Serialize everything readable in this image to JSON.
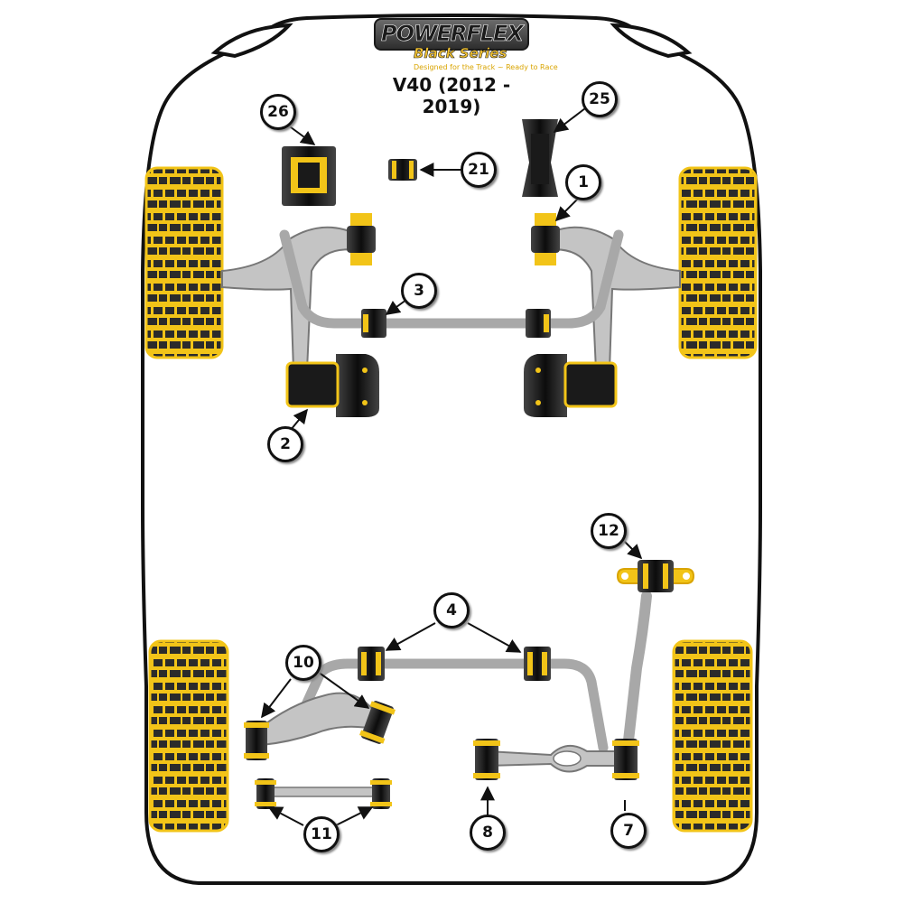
{
  "brand": {
    "name": "POWERFLEX",
    "series": "Black Series",
    "tagline": "Designed for the Track ~ Ready to Race"
  },
  "model": "V40 (2012 - 2019)",
  "callouts": [
    {
      "id": "26"
    },
    {
      "id": "21"
    },
    {
      "id": "25"
    },
    {
      "id": "1"
    },
    {
      "id": "3"
    },
    {
      "id": "2"
    },
    {
      "id": "12"
    },
    {
      "id": "4"
    },
    {
      "id": "10"
    },
    {
      "id": "11"
    },
    {
      "id": "8"
    },
    {
      "id": "7"
    }
  ],
  "colors": {
    "bush_yellow": "#f2c418",
    "bush_black": "#1a1a1a",
    "arm_grey": "#b8b8b8",
    "outline": "#111111"
  }
}
